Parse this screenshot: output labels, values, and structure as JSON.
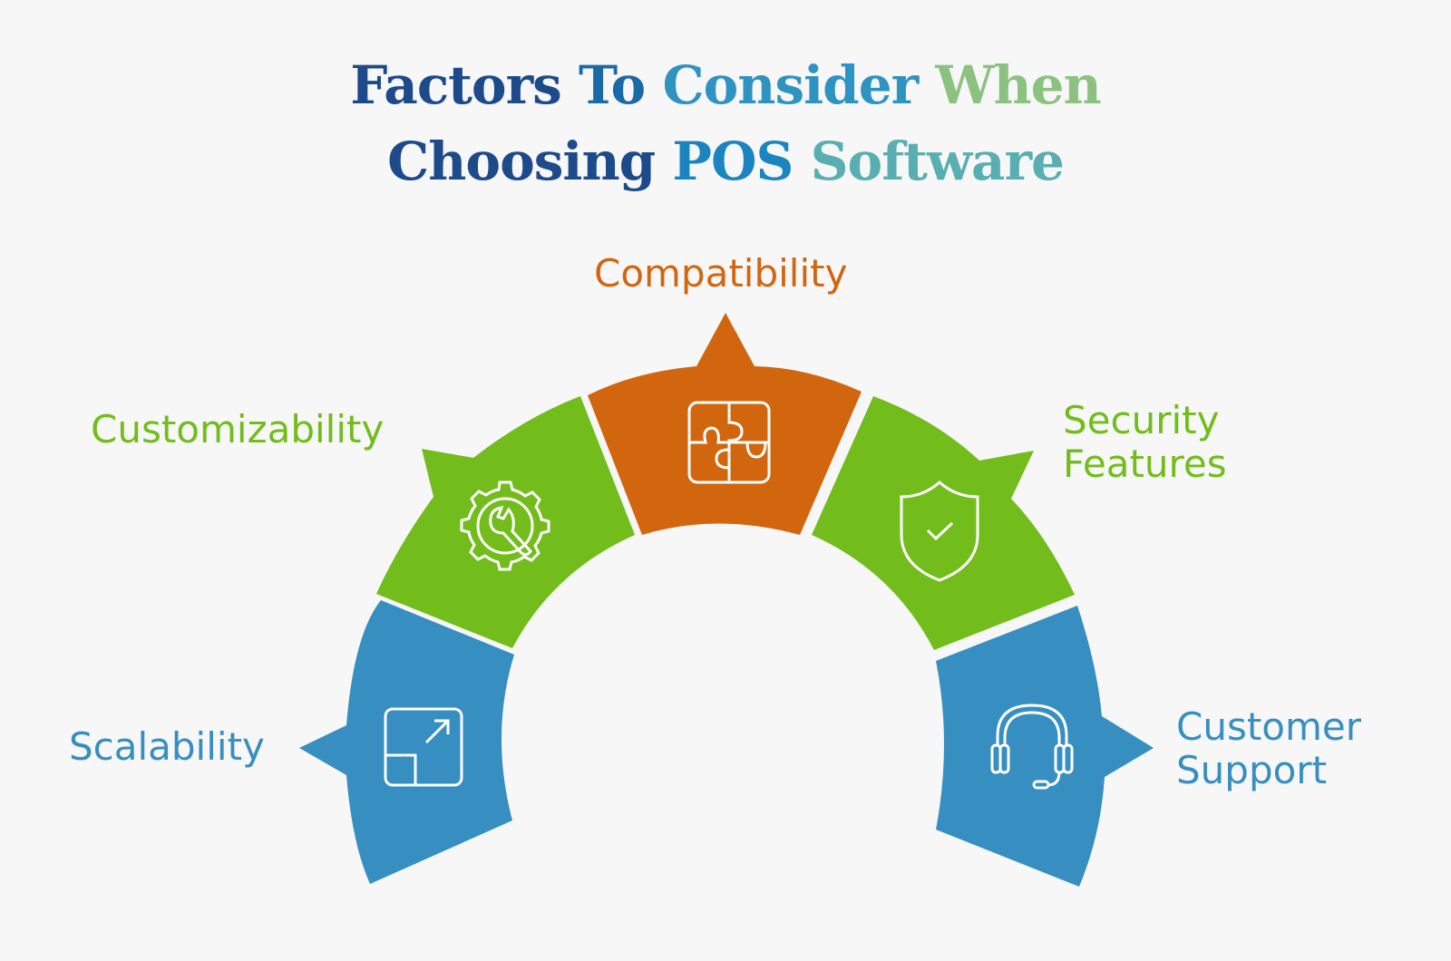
{
  "title": {
    "line1": [
      {
        "text": "Factors",
        "color": "#1c4a8a"
      },
      {
        "text": "To",
        "color": "#1a6aa8"
      },
      {
        "text": "Consider",
        "color": "#2f93c2"
      },
      {
        "text": "When",
        "color": "#8cc280"
      }
    ],
    "line2": [
      {
        "text": "Choosing",
        "color": "#1c4a8a"
      },
      {
        "text": "POS",
        "color": "#1a85c0"
      },
      {
        "text": "Software",
        "color": "#58aeb0"
      }
    ]
  },
  "colors": {
    "blue": "#368fc0",
    "green": "#72bd1b",
    "orange": "#d2660f",
    "background": "#f7f7f7",
    "icon": "#ffffff"
  },
  "segments": [
    {
      "id": "scalability",
      "label": "Scalability",
      "icon": "resize-arrow-icon",
      "color": "#368fc0"
    },
    {
      "id": "customizability",
      "label": "Customizability",
      "icon": "gear-wrench-icon",
      "color": "#72bd1b"
    },
    {
      "id": "compatibility",
      "label": "Compatibility",
      "icon": "puzzle-icon",
      "color": "#d2660f"
    },
    {
      "id": "security",
      "label_lines": [
        "Security",
        "Features"
      ],
      "icon": "shield-check-icon",
      "color": "#72bd1b"
    },
    {
      "id": "support",
      "label_lines": [
        "Customer",
        "Support"
      ],
      "icon": "headset-icon",
      "color": "#368fc0"
    }
  ]
}
